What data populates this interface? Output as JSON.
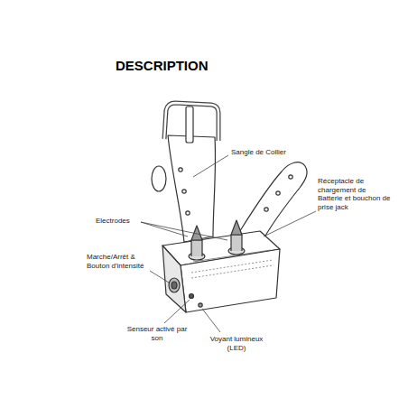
{
  "diagram": {
    "title": "DESCRIPTION",
    "labels": [
      "Sangle de Collier",
      "Réceptacle de chargement de Batterie et bouchon de prise jack",
      "Electrodes",
      "Marche/Arrêt & Bouton d'intensité",
      "Senseur activé par son",
      "Voyant lumineux (LED)"
    ]
  }
}
